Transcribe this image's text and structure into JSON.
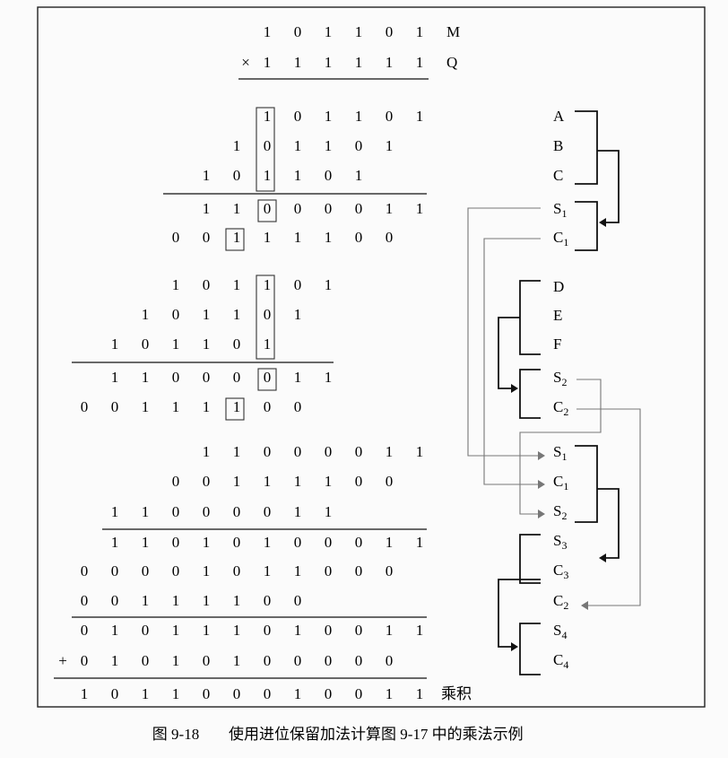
{
  "operands": {
    "M": {
      "label": "M",
      "digits": [
        "1",
        "0",
        "1",
        "1",
        "0",
        "1"
      ]
    },
    "Q": {
      "label": "Q",
      "op": "×",
      "digits": [
        "1",
        "1",
        "1",
        "1",
        "1",
        "1"
      ]
    }
  },
  "stages": [
    {
      "rows": [
        {
          "input": "A",
          "digits": [
            "1",
            "0",
            "1",
            "1",
            "0",
            "1"
          ]
        },
        {
          "input": "B",
          "digits": [
            "1",
            "0",
            "1",
            "1",
            "0",
            "1"
          ]
        },
        {
          "input": "C",
          "digits": [
            "1",
            "0",
            "1",
            "1",
            "0",
            "1"
          ]
        },
        {
          "output": "S1",
          "digits": [
            "1",
            "1",
            "0",
            "0",
            "0",
            "0",
            "1",
            "1"
          ]
        },
        {
          "output": "C1",
          "digits": [
            "0",
            "0",
            "1",
            "1",
            "1",
            "1",
            "0",
            "0"
          ]
        }
      ]
    },
    {
      "rows": [
        {
          "input": "D",
          "digits": [
            "1",
            "0",
            "1",
            "1",
            "0",
            "1"
          ]
        },
        {
          "input": "E",
          "digits": [
            "1",
            "0",
            "1",
            "1",
            "0",
            "1"
          ]
        },
        {
          "input": "F",
          "digits": [
            "1",
            "0",
            "1",
            "1",
            "0",
            "1"
          ]
        },
        {
          "output": "S2",
          "digits": [
            "1",
            "1",
            "0",
            "0",
            "0",
            "0",
            "1",
            "1"
          ]
        },
        {
          "output": "C2",
          "digits": [
            "0",
            "0",
            "1",
            "1",
            "1",
            "1",
            "0",
            "0"
          ]
        }
      ]
    },
    {
      "rows": [
        {
          "input": "S1",
          "digits": [
            "1",
            "1",
            "0",
            "0",
            "0",
            "0",
            "1",
            "1"
          ]
        },
        {
          "input": "C1",
          "digits": [
            "0",
            "0",
            "1",
            "1",
            "1",
            "1",
            "0",
            "0"
          ]
        },
        {
          "input": "S2",
          "digits": [
            "1",
            "1",
            "0",
            "0",
            "0",
            "0",
            "1",
            "1"
          ]
        },
        {
          "output": "S3",
          "digits": [
            "1",
            "1",
            "0",
            "1",
            "0",
            "1",
            "0",
            "0",
            "0",
            "1",
            "1"
          ]
        },
        {
          "output": "C3",
          "digits": [
            "0",
            "0",
            "0",
            "0",
            "1",
            "0",
            "1",
            "1",
            "0",
            "0",
            "0"
          ]
        }
      ]
    },
    {
      "rows": [
        {
          "input": "C2",
          "digits": [
            "0",
            "0",
            "1",
            "1",
            "1",
            "1",
            "0",
            "0"
          ]
        },
        {
          "output": "S4",
          "digits": [
            "0",
            "1",
            "0",
            "1",
            "1",
            "1",
            "0",
            "1",
            "0",
            "0",
            "1",
            "1"
          ]
        },
        {
          "output": "C4",
          "op": "+",
          "digits": [
            "0",
            "1",
            "0",
            "1",
            "0",
            "1",
            "0",
            "0",
            "0",
            "0",
            "0"
          ]
        }
      ]
    }
  ],
  "product": {
    "digits": [
      "1",
      "0",
      "1",
      "1",
      "0",
      "0",
      "0",
      "1",
      "0",
      "0",
      "1",
      "1"
    ],
    "label": "乘积"
  },
  "right_labels": {
    "group1": [
      "A",
      "B",
      "C"
    ],
    "group1_out": [
      {
        "base": "S",
        "sub": "1"
      },
      {
        "base": "C",
        "sub": "1"
      }
    ],
    "group2": [
      "D",
      "E",
      "F"
    ],
    "group2_out": [
      {
        "base": "S",
        "sub": "2"
      },
      {
        "base": "C",
        "sub": "2"
      }
    ],
    "group3_in": [
      {
        "base": "S",
        "sub": "1"
      },
      {
        "base": "C",
        "sub": "1"
      },
      {
        "base": "S",
        "sub": "2"
      }
    ],
    "group3_out": [
      {
        "base": "S",
        "sub": "3"
      },
      {
        "base": "C",
        "sub": "3"
      },
      {
        "base": "C",
        "sub": "2"
      }
    ],
    "group4_out": [
      {
        "base": "S",
        "sub": "4"
      },
      {
        "base": "C",
        "sub": "4"
      }
    ]
  },
  "caption": {
    "number": "图 9-18",
    "text": "使用进位保留加法计算图 9-17 中的乘法示例"
  }
}
